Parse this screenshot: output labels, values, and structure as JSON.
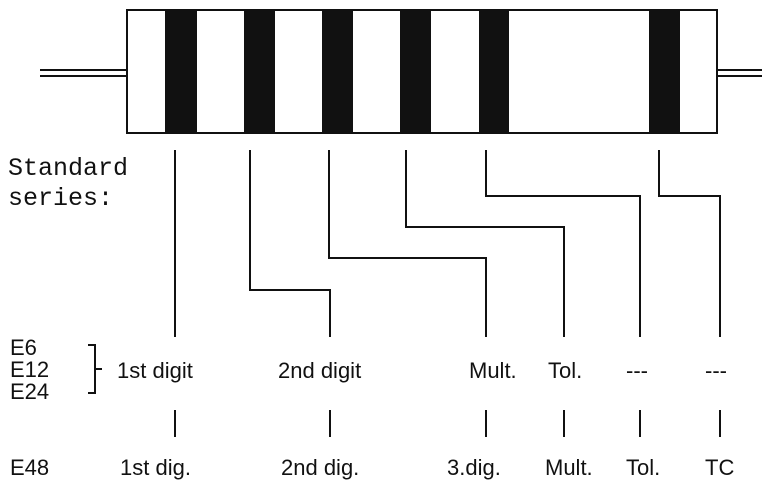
{
  "heading": {
    "line1": "Standard",
    "line2": "series:"
  },
  "groups": {
    "e6": "E6",
    "e12": "E12",
    "e24": "E24",
    "e48": "E48"
  },
  "row_e6_e24": {
    "digit1": "1st digit",
    "digit2": "2nd digit",
    "mult": "Mult.",
    "tol": "Tol.",
    "band5": "---",
    "band6": "---"
  },
  "row_e48": {
    "digit1": "1st dig.",
    "digit2": "2nd dig.",
    "digit3": "3.dig.",
    "mult": "Mult.",
    "tol": "Tol.",
    "tc": "TC"
  },
  "colors": {
    "band": "#111111",
    "body_outline": "#111111",
    "background": "#ffffff"
  }
}
